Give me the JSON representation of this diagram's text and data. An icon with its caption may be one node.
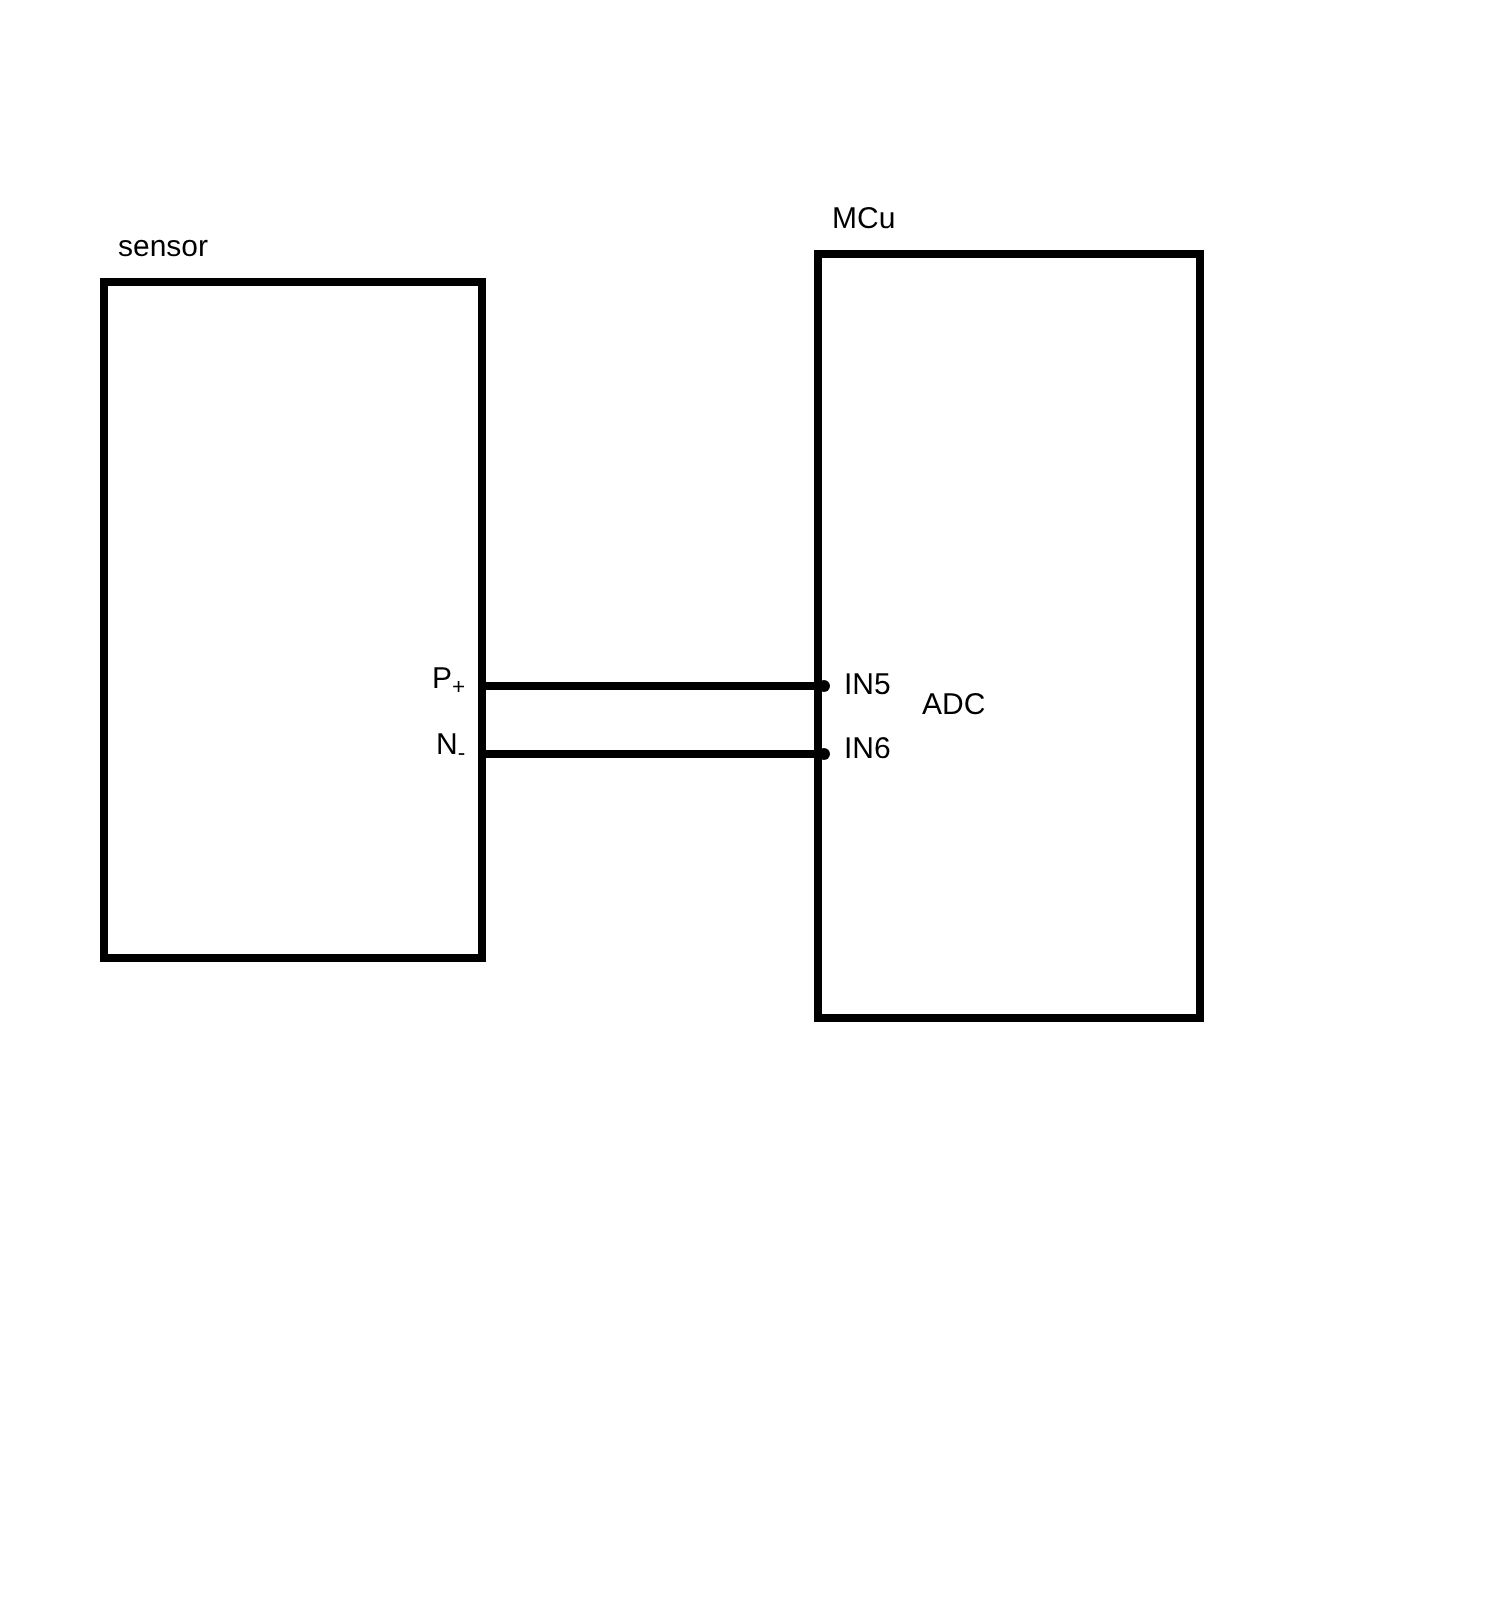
{
  "diagram": {
    "nodes": [
      {
        "text": [
          "sensor"
        ]
      },
      {
        "text": [
          "MCu"
        ]
      }
    ],
    "edges": [
      {
        "from": 0,
        "to": 1,
        "arrow": "other"
      },
      {
        "from": 0,
        "to": 1,
        "arrow": "other"
      }
    ],
    "labels": [
      "P$_{+}$",
      "N$_{-}$",
      "IN5",
      "IN6",
      "ADC"
    ]
  }
}
